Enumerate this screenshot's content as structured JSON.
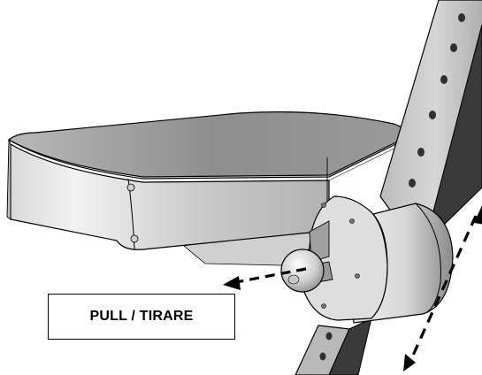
{
  "diagram": {
    "parts": [
      "tray",
      "upright-bar",
      "hinge-housing",
      "pull-knob"
    ],
    "arrows": [
      "pull-arrow",
      "rotate-arrow"
    ]
  },
  "labels": {
    "pull": "PULL / TIRARE"
  },
  "colors": {
    "line": "#000000",
    "surface_light": "#e2e2e2",
    "surface_mid": "#c4c4c4",
    "surface_dark": "#8f8f8f",
    "background": "#ffffff"
  }
}
